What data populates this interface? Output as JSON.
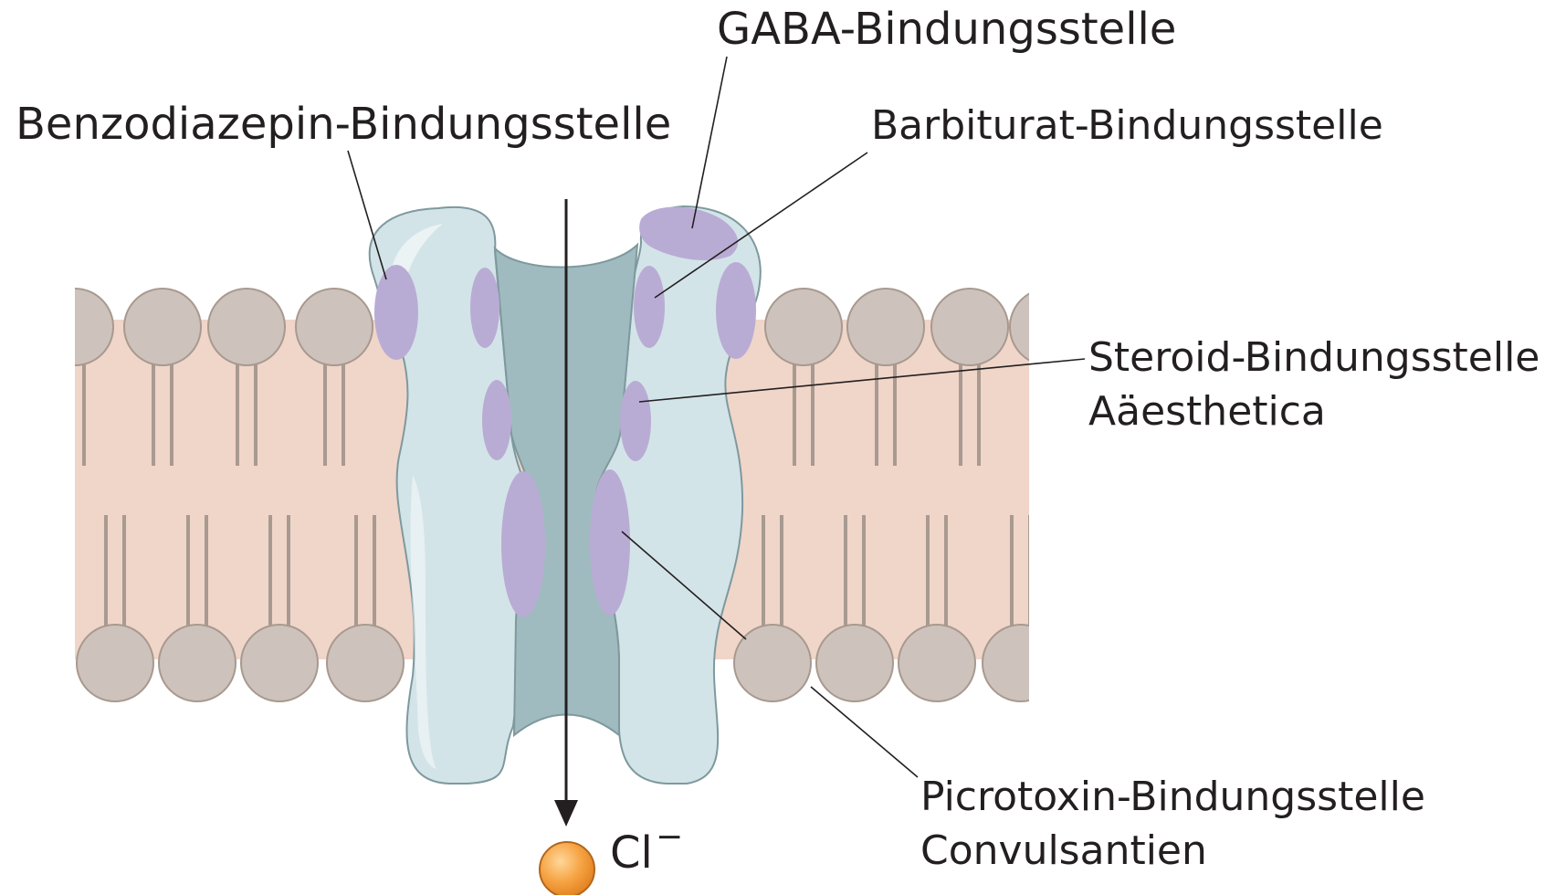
{
  "labels": {
    "gaba": "GABA-Bindungsstelle",
    "benzodiazepine": "Benzodiazepin-Bindungsstelle",
    "barbiturate": "Barbiturat-Bindungsstelle",
    "steroid_line1": "Steroid-Bindungsstelle",
    "steroid_line2": "Aäesthetica",
    "picrotoxin_line1": "Picrotoxin-Bindungsstelle",
    "picrotoxin_line2": "Convulsantien",
    "ion": "Cl",
    "ion_charge": "−"
  },
  "colors": {
    "membrane_fill": "#f0d5c9",
    "lipid_head": "#cdc3bc",
    "lipid_head_stroke": "#a8998f",
    "lipid_tail": "#a89a90",
    "channel_body": "#d3e4e8",
    "channel_pore": "#9fbbc0",
    "channel_stroke": "#7e999e",
    "binding_site": "#b9acd4",
    "ion": "#f29b38",
    "leader_line": "#231f20"
  }
}
